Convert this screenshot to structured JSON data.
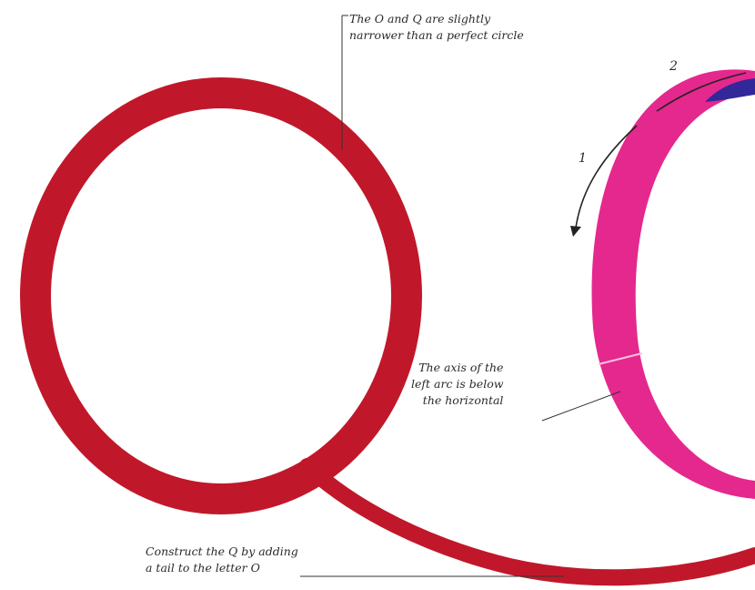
{
  "annotations": {
    "top_note": {
      "line1": "The O and Q are slightly",
      "line2": "narrower than a perfect circle"
    },
    "axis_note": {
      "line1": "The axis of the",
      "line2": "left arc is below",
      "line3": "the horizontal"
    },
    "bottom_note": {
      "line1": "Construct the Q by adding",
      "line2": "a tail to the letter O"
    }
  },
  "stroke_order": {
    "step1": "1",
    "step2": "2"
  },
  "colors": {
    "letter_q": "#c0182a",
    "left_arc": "#e5288d",
    "right_arc": "#33289a",
    "leader_lines": "#333333"
  }
}
